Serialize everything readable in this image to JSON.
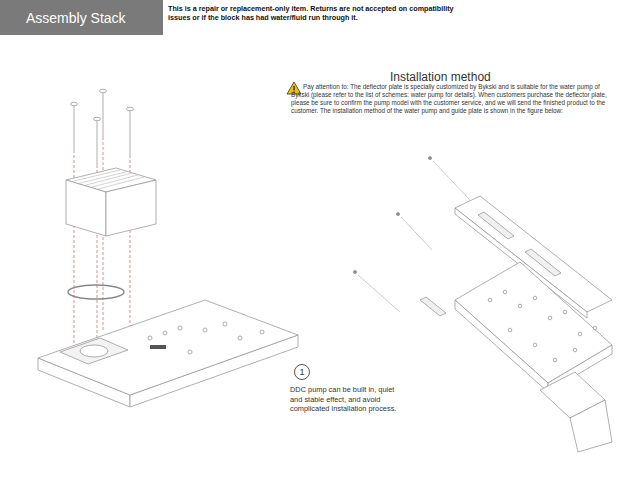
{
  "diagram": {
    "nodes": [
      {
        "text": [
          "Assembly Stack"
        ]
      },
      {
        "text": [
          "1"
        ]
      }
    ],
    "labels": [
      "This is a repair or replacement-only item. Returns are not accepted on compatibility issues or if the block has had water/fluid run through it.",
      "Installation method",
      "Pay attention to:  The deflector plate is specially customized by Bykski and is suitable for the water pump of Bykski (please refer to the list of schemes: water pump for details). When customers purchase the deflector plate, please be sure to confirm the pump model with the customer service, and we will send the finished product to the customer. The installation method of the water pump and guide plate is shown in the figure below:",
      "DDC pump can be built in, quiet and stable effect, and avoid complicated installation process."
    ]
  }
}
